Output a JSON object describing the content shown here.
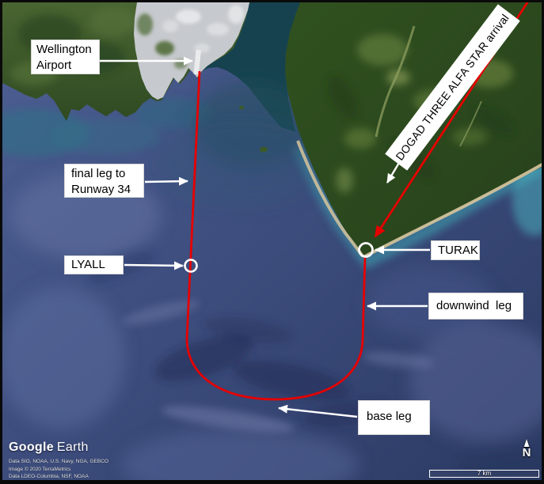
{
  "callouts": {
    "wellington_airport": {
      "line1": "Wellington",
      "line2": "Airport"
    },
    "final_leg": {
      "line1": "final leg to",
      "line2": "Runway 34"
    },
    "lyall": {
      "label": "LYALL"
    },
    "turak": {
      "label": "TURAK"
    },
    "downwind": {
      "label": "downwind  leg"
    },
    "base": {
      "label": "base leg"
    },
    "dogad": {
      "label": "DOGAD THREE ALFA STAR arrival"
    }
  },
  "chrome": {
    "branding": {
      "primary": "Google",
      "secondary": "Earth"
    },
    "attribution": [
      "Data SIO, NOAA, U.S. Navy, NGA, GEBCO",
      "Image © 2020 TerraMetrics",
      "Data LDEO-Columbia, NSF, NOAA"
    ],
    "compass_label": "N",
    "scale_label": "7 km"
  },
  "colors": {
    "route": "#e60000",
    "callout_bg": "#ffffff",
    "callout_text": "#000000",
    "sea": "#3c4c7c",
    "harbour": "#16424f",
    "land": "#2f4a22",
    "city": "#c6c9cd"
  }
}
